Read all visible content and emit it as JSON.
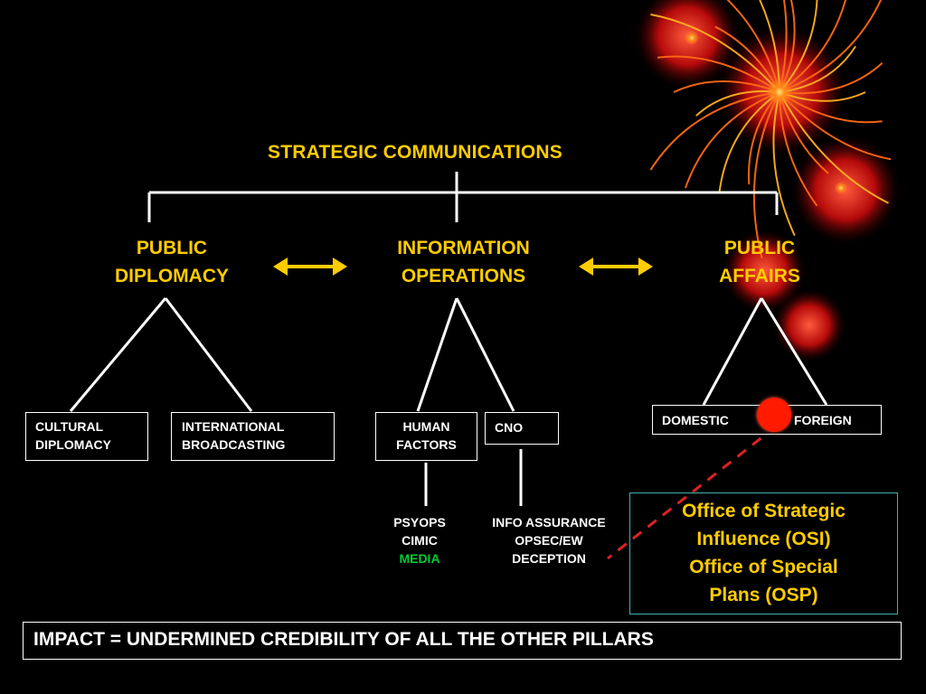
{
  "title": "STRATEGIC COMMUNICATIONS",
  "pillars": {
    "public_diplomacy": [
      "PUBLIC",
      "DIPLOMACY"
    ],
    "information_operations": [
      "INFORMATION",
      "OPERATIONS"
    ],
    "public_affairs": [
      "PUBLIC",
      "AFFAIRS"
    ]
  },
  "boxes": {
    "cultural_diplomacy": [
      "CULTURAL",
      "DIPLOMACY"
    ],
    "international_broadcasting": [
      "INTERNATIONAL",
      "BROADCASTING"
    ],
    "human_factors": [
      "HUMAN",
      "FACTORS"
    ],
    "cno": "CNO",
    "domestic": "DOMESTIC",
    "foreign": "FOREIGN"
  },
  "leaves": {
    "psyops": [
      "PSYOPS",
      "CIMIC",
      "MEDIA"
    ],
    "info_assurance": [
      "INFO ASSURANCE",
      "OPSEC/EW",
      "DECEPTION"
    ]
  },
  "osi_box": [
    "Office of Strategic",
    "Influence (OSI)",
    "Office of Special",
    "Plans (OSP)"
  ],
  "impact": "IMPACT = UNDERMINED CREDIBILITY OF ALL THE OTHER PILLARS",
  "colors": {
    "accent_yellow": "#FFCC00",
    "media_green": "#00CC33",
    "marker_red": "#FF1A00",
    "osi_border": "#3FB3B3",
    "dashed_red": "#DD2222"
  },
  "icons": {
    "double_arrow": "left-right-arrow",
    "marker": "red-circle",
    "decoration": "firework-burst"
  }
}
